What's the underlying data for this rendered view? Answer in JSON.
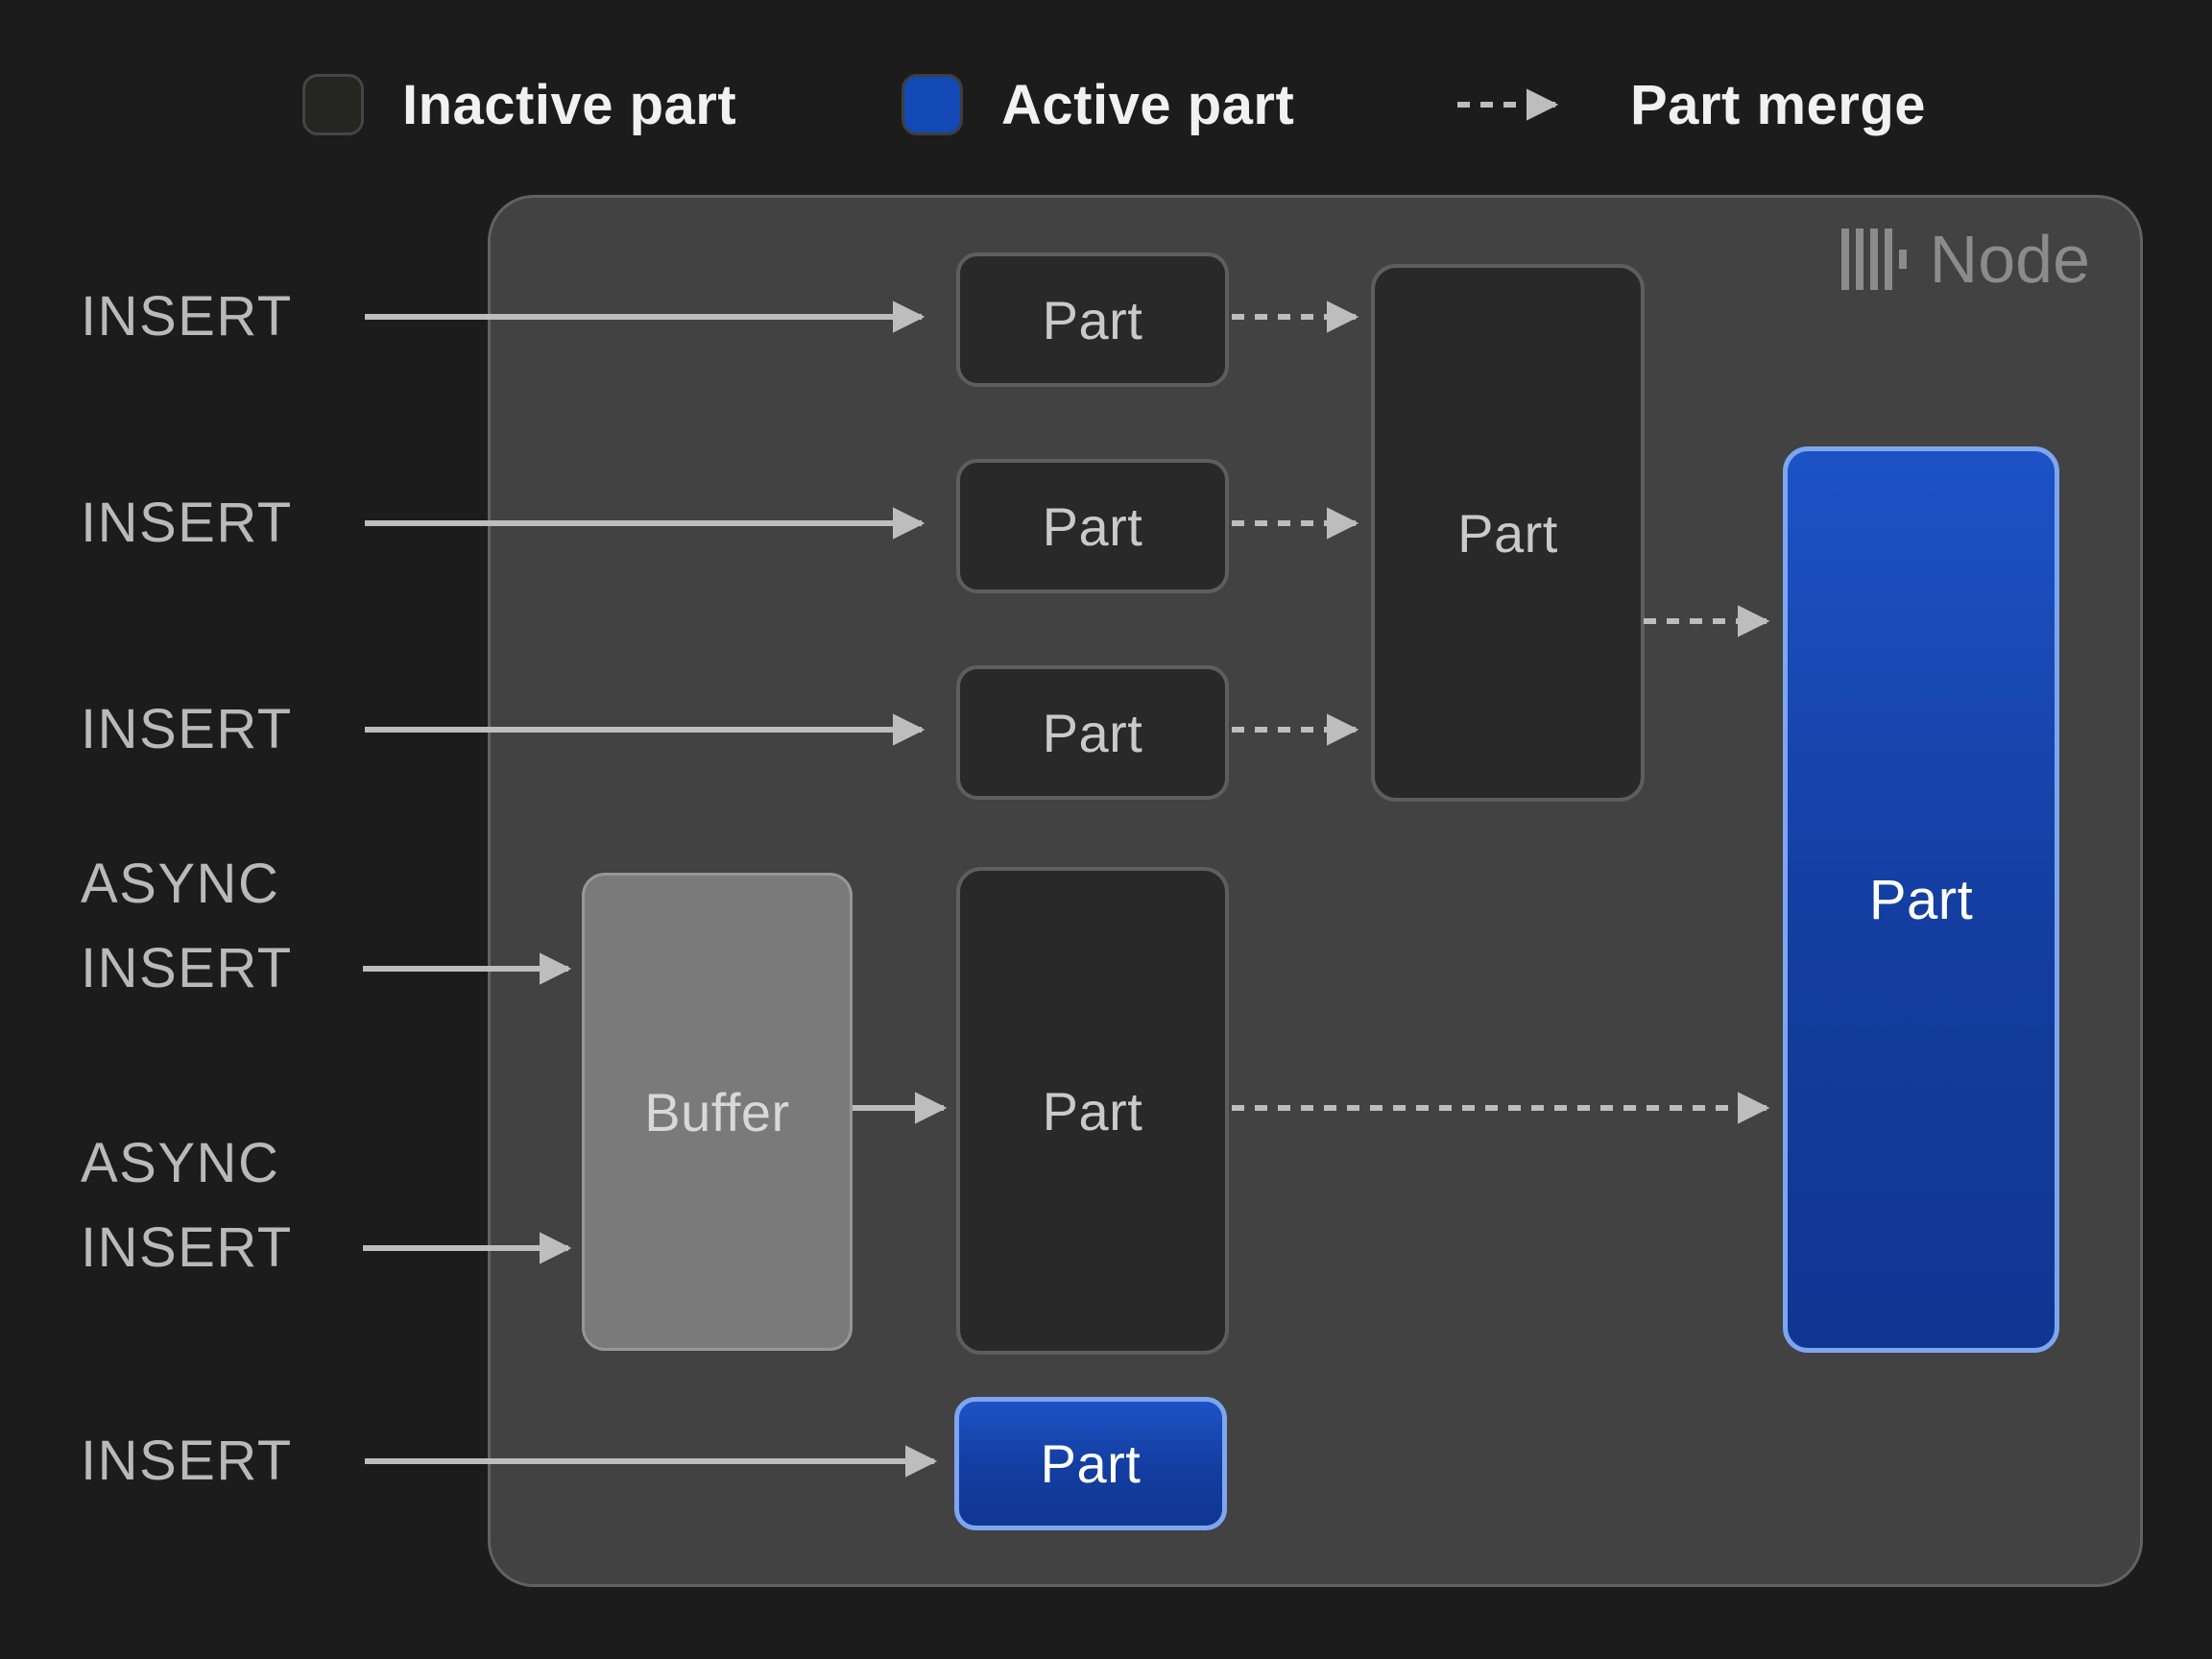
{
  "legend": {
    "inactive_label": "Inactive part",
    "active_label": "Active part",
    "merge_label": "Part merge"
  },
  "node": {
    "label": "Node",
    "icon": "clickhouse-logo-icon"
  },
  "inputs": {
    "insert_top": "INSERT",
    "insert_mid": "INSERT",
    "insert_low": "INSERT",
    "async_1_line1": "ASYNC",
    "async_1_line2": "INSERT",
    "async_2_line1": "ASYNC",
    "async_2_line2": "INSERT",
    "insert_bottom": "INSERT"
  },
  "boxes": {
    "part_small_1": "Part",
    "part_small_2": "Part",
    "part_small_3": "Part",
    "part_merged": "Part",
    "buffer": "Buffer",
    "part_async": "Part",
    "part_active_main": "Part",
    "part_active_bottom": "Part"
  },
  "colors": {
    "background": "#1c1c1c",
    "node_fill": "#424242",
    "node_border": "#626262",
    "inactive_part_fill": "#29292a",
    "inactive_part_border": "#5e5e5e",
    "active_part_fill_top": "#1d52c6",
    "active_part_fill_bottom": "#103693",
    "active_part_border": "#7ea6f0",
    "active_swatch_fill": "#1249b5",
    "buffer_fill": "#7a7a7a",
    "buffer_border": "#979797",
    "arrow_color": "#bdbdbd",
    "io_label_color": "#b9b9b9",
    "legend_text_color": "#f1f1f1",
    "node_label_color": "#8b8b8b"
  }
}
